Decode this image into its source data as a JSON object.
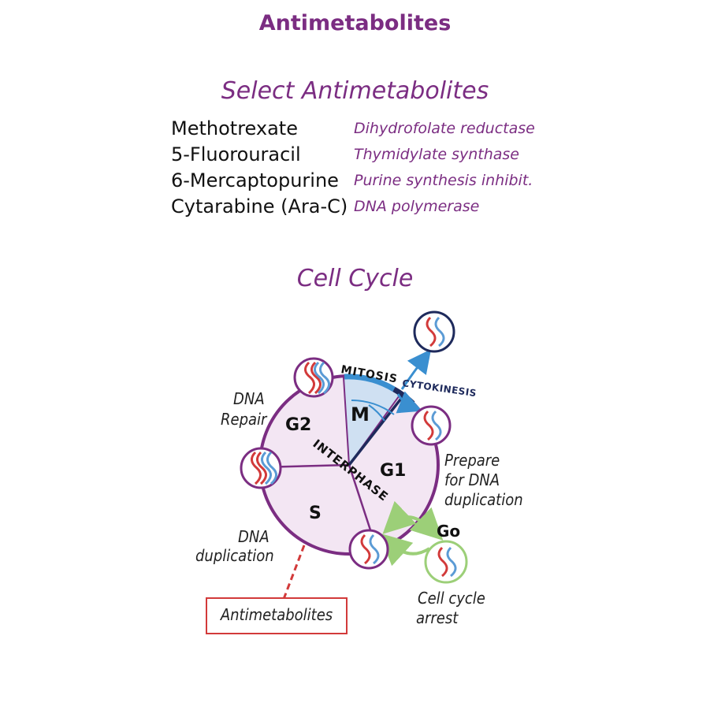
{
  "title": "Antimetabolites",
  "select_section": {
    "heading": "Select Antimetabolites",
    "drugs": [
      {
        "name": "Methotrexate",
        "target": "Dihydrofolate reductase"
      },
      {
        "name": "5-Fluorouracil",
        "target": "Thymidylate synthase"
      },
      {
        "name": "6-Mercaptopurine",
        "target": "Purine synthesis inhibit."
      },
      {
        "name": "Cytarabine (Ara-C)",
        "target": "DNA polymerase"
      }
    ]
  },
  "cell_cycle": {
    "heading": "Cell Cycle",
    "phases": {
      "m": "M",
      "g1": "G1",
      "g2": "G2",
      "s": "S",
      "g0": "Go"
    },
    "interphase": "Interphase",
    "mitosis": "Mitosis",
    "cytokinesis": "Cytokinesis",
    "annotations": {
      "dna_repair": "DNA Repair",
      "prepare": "Prepare for DNA duplication",
      "dna_duplication": "DNA duplication",
      "cell_cycle_arrest": "Cell cycle arrest"
    },
    "callout": "Antimetabolites",
    "colors": {
      "purple": "#7b2d82",
      "cycle_fill": "#f3e6f3",
      "mitosis_fill": "#cfe0f2",
      "blue": "#3a8fd0",
      "navy": "#1e2a5c",
      "green": "#9ccf78",
      "red": "#d23a3a"
    }
  }
}
